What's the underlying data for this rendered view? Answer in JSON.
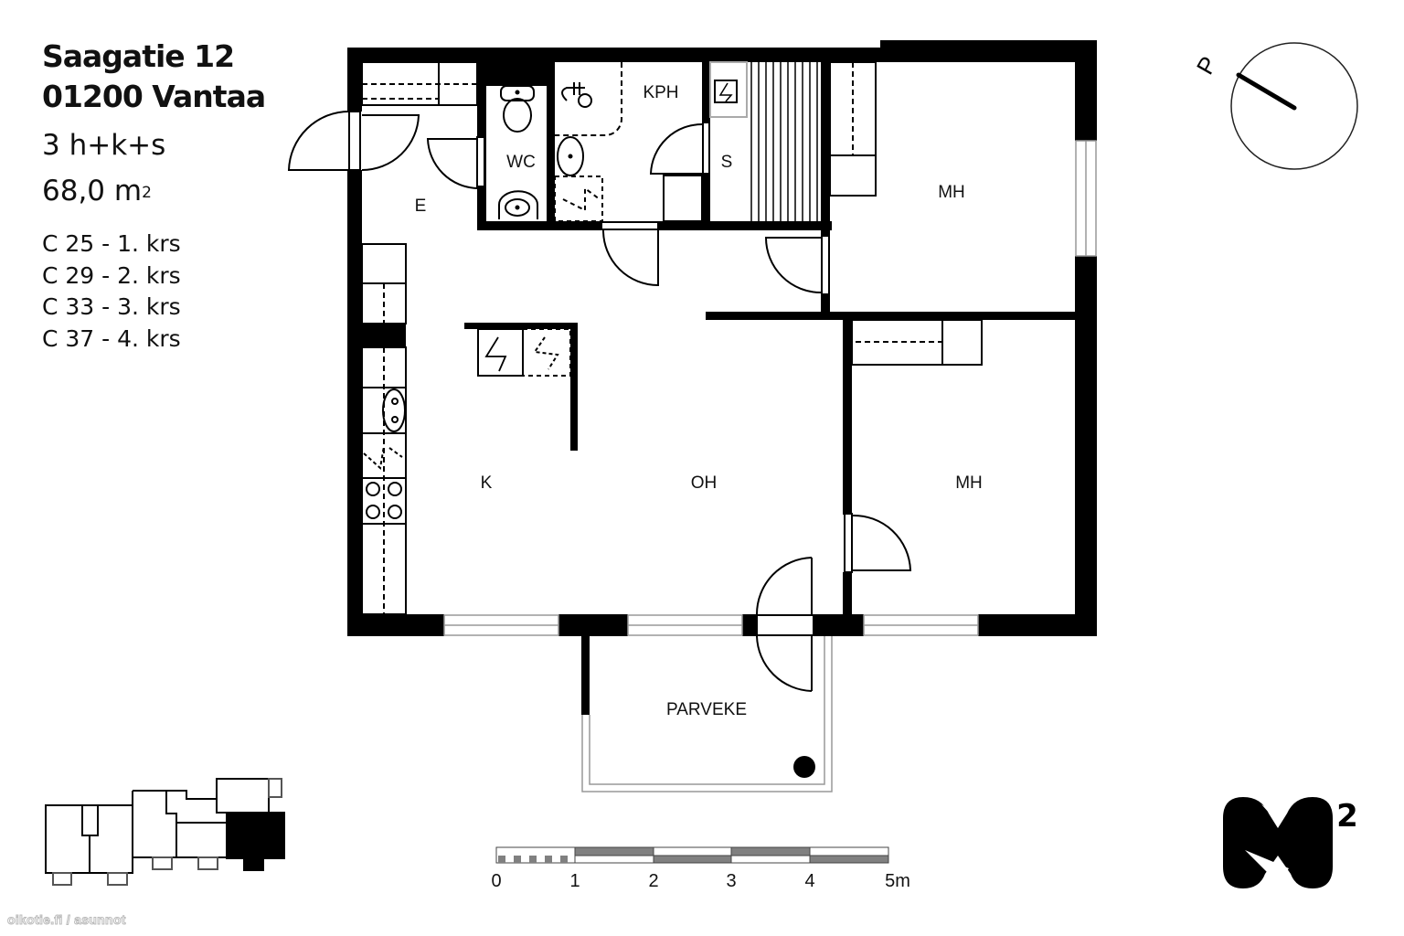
{
  "header": {
    "address_line1": "Saagatie 12",
    "address_line2": "01200 Vantaa",
    "room_type": "3 h+k+s",
    "area_value": "68,0 m",
    "area_unit_sup": "2"
  },
  "units": [
    "C 25 - 1. krs",
    "C 29 - 2. krs",
    "C 33 - 3. krs",
    "C 37 - 4. krs"
  ],
  "rooms": {
    "entry": "E",
    "toilet": "WC",
    "bathroom": "KPH",
    "sauna": "S",
    "bedroom_1": "MH",
    "bedroom_2": "MH",
    "kitchen": "K",
    "living_room": "OH",
    "balcony": "PARVEKE"
  },
  "compass": {
    "north_label": "P",
    "icon": "north-arrow-icon"
  },
  "scale_bar": {
    "labels": [
      "0",
      "1",
      "2",
      "3",
      "4",
      "5m"
    ]
  },
  "logo": {
    "text": "M",
    "sup": "2"
  },
  "watermark": "oikotie.fi / asunnot",
  "colors": {
    "wall": "#000000",
    "background": "#ffffff",
    "scale_fill": "#808080"
  }
}
